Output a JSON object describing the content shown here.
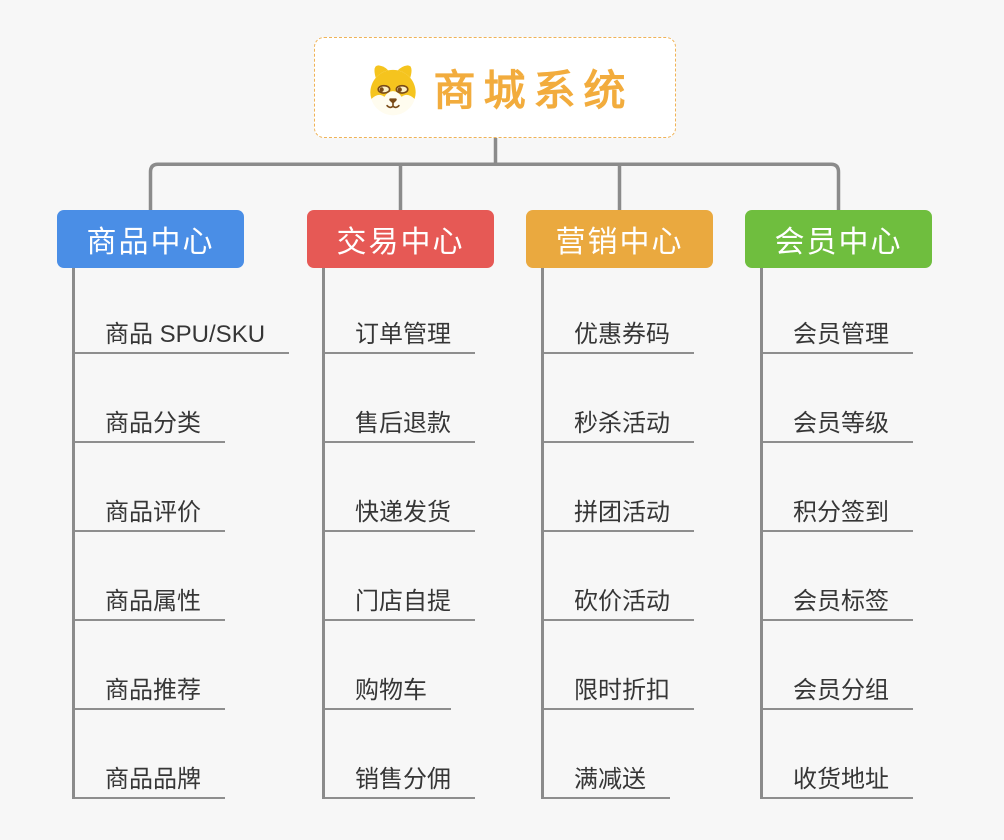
{
  "root": {
    "title": "商城系统",
    "icon": "dog-face"
  },
  "branches": [
    {
      "label": "商品中心",
      "color": "#4A8EE6",
      "children": [
        "商品 SPU/SKU",
        "商品分类",
        "商品评价",
        "商品属性",
        "商品推荐",
        "商品品牌"
      ]
    },
    {
      "label": "交易中心",
      "color": "#E65955",
      "children": [
        "订单管理",
        "售后退款",
        "快递发货",
        "门店自提",
        "购物车",
        "销售分佣"
      ]
    },
    {
      "label": "营销中心",
      "color": "#EAA93F",
      "children": [
        "优惠券码",
        "秒杀活动",
        "拼团活动",
        "砍价活动",
        "限时折扣",
        "满减送"
      ]
    },
    {
      "label": "会员中心",
      "color": "#6FBE3E",
      "children": [
        "会员管理",
        "会员等级",
        "积分签到",
        "会员标签",
        "会员分组",
        "收货地址"
      ]
    }
  ],
  "colors": {
    "background": "#F7F7F7",
    "connector": "#8B8B8B",
    "root_border": "#F0B357",
    "root_title": "#F2AC3D",
    "child_text": "#363636"
  }
}
